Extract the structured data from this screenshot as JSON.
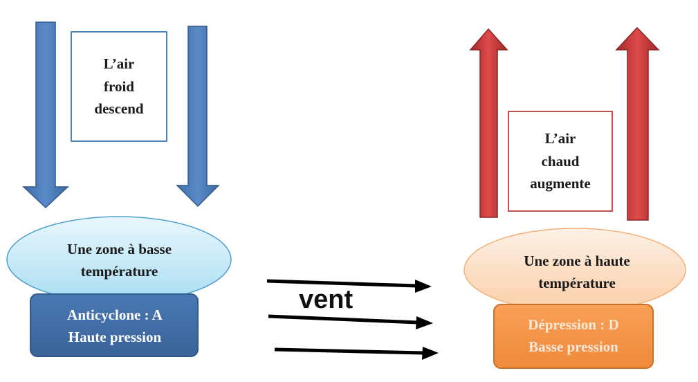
{
  "left_side": {
    "arrow_color": "#4f81bd",
    "caption_lines": [
      "L’air",
      "froid",
      "descend"
    ],
    "zone_lines": [
      "Une zone à basse",
      "température"
    ],
    "pressure_lines": [
      "Anticyclone : A",
      "Haute pression"
    ],
    "pressure_color": "#4f81bd"
  },
  "right_side": {
    "arrow_color": "#c0504d",
    "caption_lines": [
      "L’air",
      "chaud",
      "augmente"
    ],
    "zone_lines": [
      "Une zone à haute",
      "température"
    ],
    "pressure_lines": [
      "Dépression : D",
      "Basse pression"
    ],
    "pressure_color": "#f79646"
  },
  "wind": {
    "label": "vent",
    "arrow_count": 3
  }
}
